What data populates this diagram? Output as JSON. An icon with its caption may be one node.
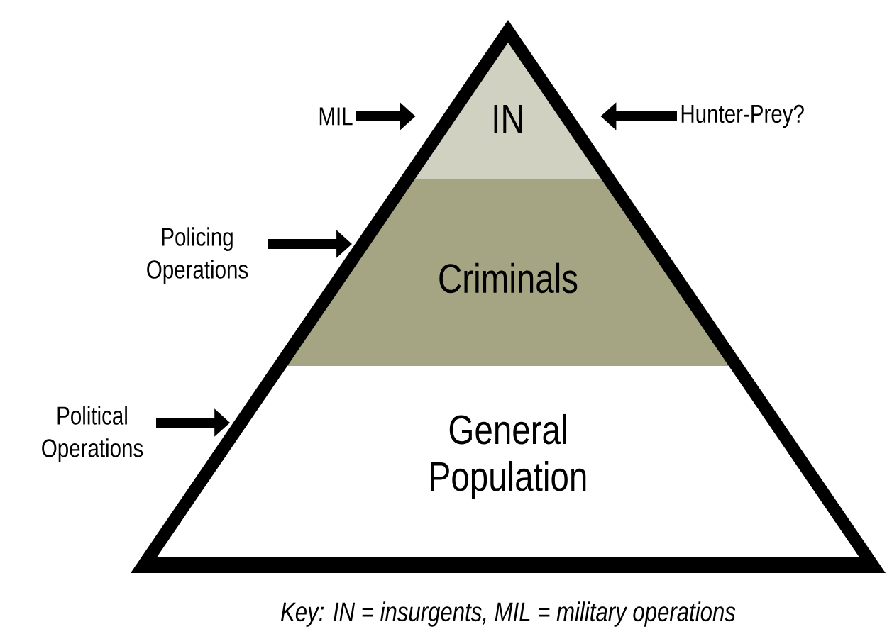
{
  "diagram": {
    "caption": "Key: IN = insurgents, MIL = military operations",
    "nodes": [
      {
        "text": [
          "IN"
        ]
      },
      {
        "text": [
          "Criminals"
        ]
      },
      {
        "text": [
          "General Population"
        ]
      },
      {
        "text": [
          "MIL"
        ]
      },
      {
        "text": [
          "Hunter-Prey?"
        ]
      },
      {
        "text": [
          "Policing Operations"
        ]
      },
      {
        "text": [
          "Political Operations"
        ]
      }
    ],
    "edges": [
      {
        "from": 3,
        "to": 0,
        "arrow": "to"
      },
      {
        "from": 4,
        "to": 0,
        "arrow": "to"
      },
      {
        "from": 5,
        "to": 1,
        "arrow": "to"
      },
      {
        "from": 6,
        "to": 2,
        "arrow": "to"
      }
    ]
  }
}
